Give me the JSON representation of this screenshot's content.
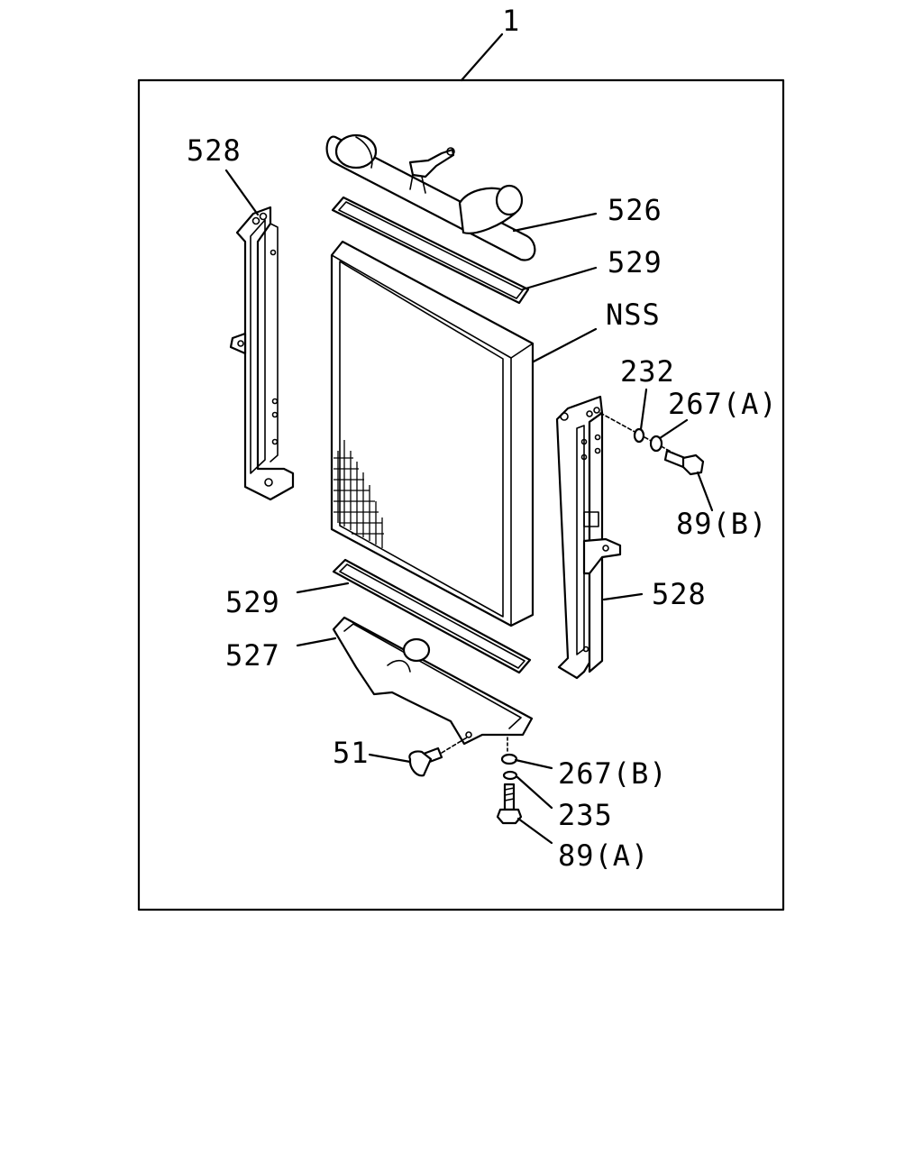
{
  "diagram": {
    "assembly_label": "1",
    "callouts": {
      "top_tank": "526",
      "top_gasket": "529",
      "core": "NSS",
      "left_bracket": "528",
      "cap": "232",
      "washer_a": "267(A)",
      "bolt_b": "89(B)",
      "right_bracket": "528",
      "bottom_gasket": "529",
      "bottom_tank": "527",
      "drain_plug": "51",
      "washer_b": "267(B)",
      "ring": "235",
      "bolt_a": "89(A)"
    }
  }
}
